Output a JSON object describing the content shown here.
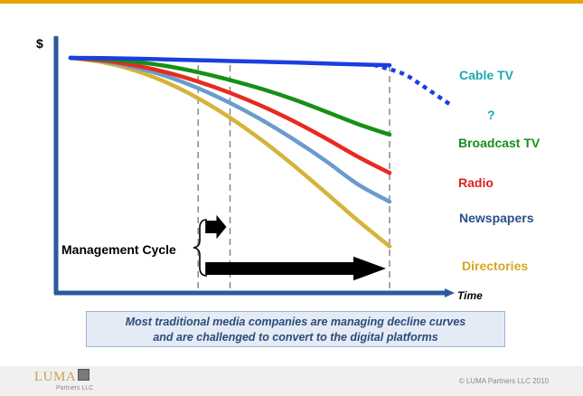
{
  "chart_data": {
    "type": "line",
    "ylabel": "$",
    "xlabel": "Time",
    "x": [
      0,
      1,
      2,
      3,
      4,
      5,
      6,
      7,
      8,
      9,
      10
    ],
    "series": [
      {
        "name": "Cable TV",
        "color": "#1a3fe0",
        "values": [
          100,
          99.9,
          99.6,
          99.2,
          98.8,
          98.4,
          98,
          97.6,
          97.1,
          96.6,
          96.2
        ],
        "projection": {
          "x": [
            9.5,
            10.4,
            11,
            11.9
          ],
          "values": [
            96.4,
            92,
            86,
            76
          ],
          "style": "dotted"
        }
      },
      {
        "name": "Broadcast TV",
        "color": "#169016",
        "values": [
          100,
          99.4,
          98,
          95.8,
          92.6,
          88.6,
          84,
          78.6,
          72.4,
          66,
          60.5
        ]
      },
      {
        "name": "Radio",
        "color": "#e82a20",
        "values": [
          100,
          98.7,
          96.2,
          92.6,
          87.8,
          82,
          75.2,
          67.4,
          58.6,
          49.2,
          40.8
        ]
      },
      {
        "name": "Newspapers",
        "color": "#6a9bcc",
        "values": [
          100,
          98.4,
          95.2,
          90.6,
          84.4,
          76.8,
          68,
          58,
          47,
          35,
          26
        ]
      },
      {
        "name": "Directories",
        "color": "#d4b43a",
        "values": [
          100,
          97.8,
          93.6,
          87.4,
          79.2,
          69.2,
          57.6,
          44.6,
          30.6,
          16.4,
          3
        ]
      }
    ],
    "reference_lines_x": [
      4,
      5,
      10
    ],
    "annotations": {
      "question_mark": "?",
      "management_cycle_label": "Management Cycle",
      "short_cycle_span": [
        4,
        5
      ],
      "long_cycle_span": [
        4,
        10
      ]
    }
  },
  "caption": {
    "line1": "Most traditional media companies are managing decline curves",
    "line2": "and are challenged to convert to the digital platforms"
  },
  "footer": {
    "logo": "LUMA",
    "logo_sub": "Partners LLC",
    "copyright": "© LUMA Partners LLC 2010"
  },
  "colors": {
    "axis": "#2a5a9c",
    "accent_rule": "#e8a300",
    "cable_label": "#1aa8b0",
    "broadcast_label": "#169016",
    "radio_label": "#e02020",
    "newspapers_label": "#2c4f8c",
    "directories_label": "#d4a820",
    "guide_line": "#888888"
  }
}
